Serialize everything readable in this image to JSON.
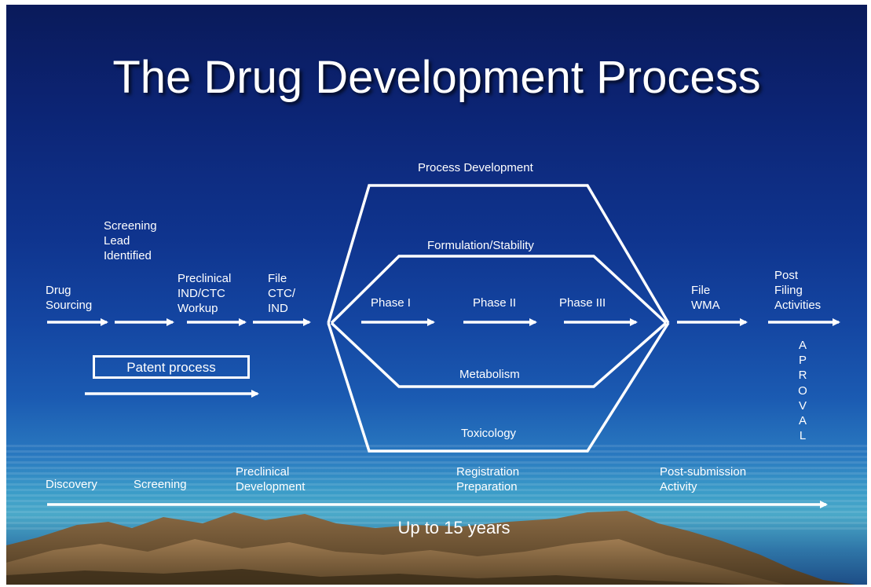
{
  "title": "The Drug Development Process",
  "stages": {
    "drug_sourcing": "Drug\nSourcing",
    "screening_lead": "Screening\nLead\nIdentified",
    "preclinical_workup": "Preclinical\nIND/CTC\nWorkup",
    "file_ctc_ind": "File\nCTC/\nIND",
    "phase_1": "Phase I",
    "phase_2": "Phase II",
    "phase_3": "Phase III",
    "file_wma": "File\nWMA",
    "post_filing": "Post\nFiling\nActivities"
  },
  "tracks": {
    "process_development": "Process Development",
    "formulation_stability": "Formulation/Stability",
    "metabolism": "Metabolism",
    "toxicology": "Toxicology"
  },
  "patent_process": "Patent process",
  "approval_letters": [
    "A",
    "P",
    "R",
    "O",
    "V",
    "A",
    "L"
  ],
  "timeline": {
    "discovery": "Discovery",
    "screening": "Screening",
    "preclinical_development": "Preclinical\nDevelopment",
    "registration_preparation": "Registration\nPreparation",
    "post_submission_activity": "Post-submission\nActivity",
    "duration": "Up to 15 years"
  },
  "colors": {
    "text": "#ffffff",
    "background_top": "#0a1a5a",
    "background_bottom": "#3b9cc8"
  }
}
